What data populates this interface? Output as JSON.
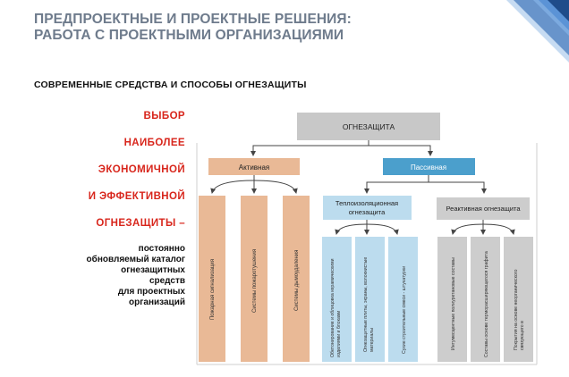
{
  "header": {
    "title_line1": "ПРЕДПРОЕКТНЫЕ И ПРОЕКТНЫЕ РЕШЕНИЯ:",
    "title_line2": "РАБОТА С ПРОЕКТНЫМИ ОРГАНИЗАЦИЯМИ"
  },
  "subtitle": "СОВРЕМЕННЫЕ СРЕДСТВА И СПОСОБЫ ОГНЕЗАЩИТЫ",
  "left_text": {
    "red_lines": [
      "ВЫБОР",
      "НАИБОЛЕЕ",
      "ЭКОНОМИЧНОЙ",
      "И ЭФФЕКТИВНОЙ",
      "ОГНЕЗАЩИТЫ –"
    ],
    "black_lines": [
      "постоянно",
      "обновляемый каталог",
      "огнезащитных",
      "средств",
      "для проектных",
      "организаций"
    ]
  },
  "diagram": {
    "root": "ОГНЕЗАЩИТА",
    "active": {
      "label": "Активная",
      "items": [
        "Пожарная сигнализация",
        "Системы пожаротушения",
        "Системы дымоудаления"
      ]
    },
    "passive": {
      "label": "Пассивная",
      "thermal": {
        "label_line1": "Теплоизоляционная",
        "label_line2": "огнезащита",
        "items": [
          [
            "Обетонирование и облицовка керамическими",
            "изделиями и блоками"
          ],
          [
            "Огнезащитные плиты, экраны, волокнистые",
            "материалы"
          ],
          [
            "Сухие строительные смеси - штукатурки"
          ]
        ]
      },
      "reactive": {
        "label": "Реактивная огнезащита",
        "items": [
          [
            "Интумесцентные полиуретановые составы"
          ],
          [
            "Составы основе терморасширяющегося графита"
          ],
          [
            "Покрытия на основе неорганического",
            "связующего в"
          ]
        ]
      }
    },
    "colors": {
      "root": "#c8c8c8",
      "active": "#e9b996",
      "passive": "#4b9fcc",
      "thermal": "#bcdcee",
      "reactive": "#cdcdcd",
      "accent_red": "#d8261c",
      "title_gray": "#6e7b8c"
    }
  }
}
